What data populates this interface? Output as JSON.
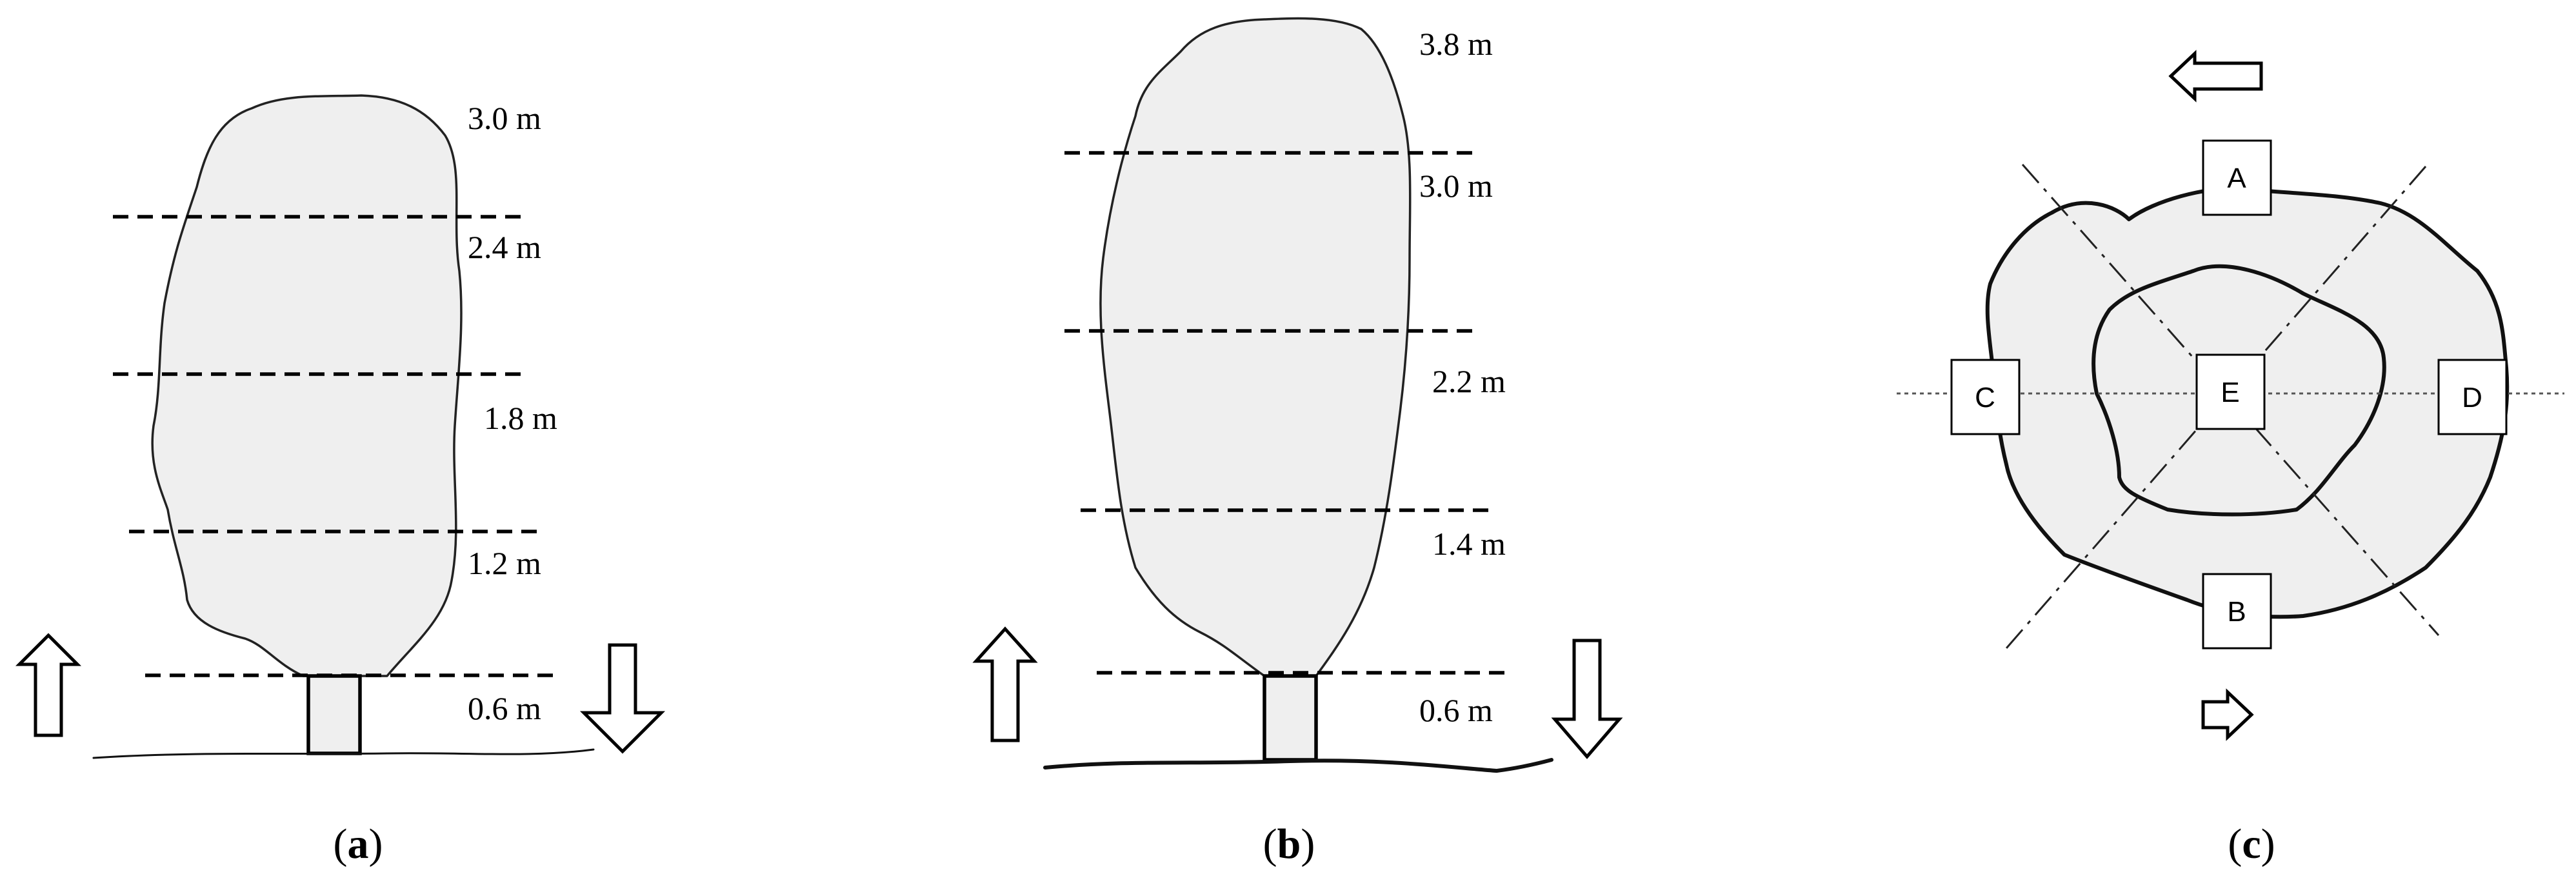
{
  "panel_a": {
    "heights": [
      "3.0 m",
      "2.4 m",
      "1.8 m",
      "1.2 m",
      "0.6 m"
    ],
    "caption": {
      "open": "(",
      "letter": "a",
      "close": ")"
    }
  },
  "panel_b": {
    "heights": [
      "3.8 m",
      "3.0 m",
      "2.2 m",
      "1.4 m",
      "0.6 m"
    ],
    "caption": {
      "open": "(",
      "letter": "b",
      "close": ")"
    }
  },
  "panel_c": {
    "positions": [
      "A",
      "B",
      "C",
      "D",
      "E"
    ],
    "caption": {
      "open": "(",
      "letter": "c",
      "close": ")"
    }
  },
  "icons": [
    "arrow-up-icon",
    "arrow-down-icon",
    "arrow-left-icon",
    "arrow-right-icon"
  ]
}
